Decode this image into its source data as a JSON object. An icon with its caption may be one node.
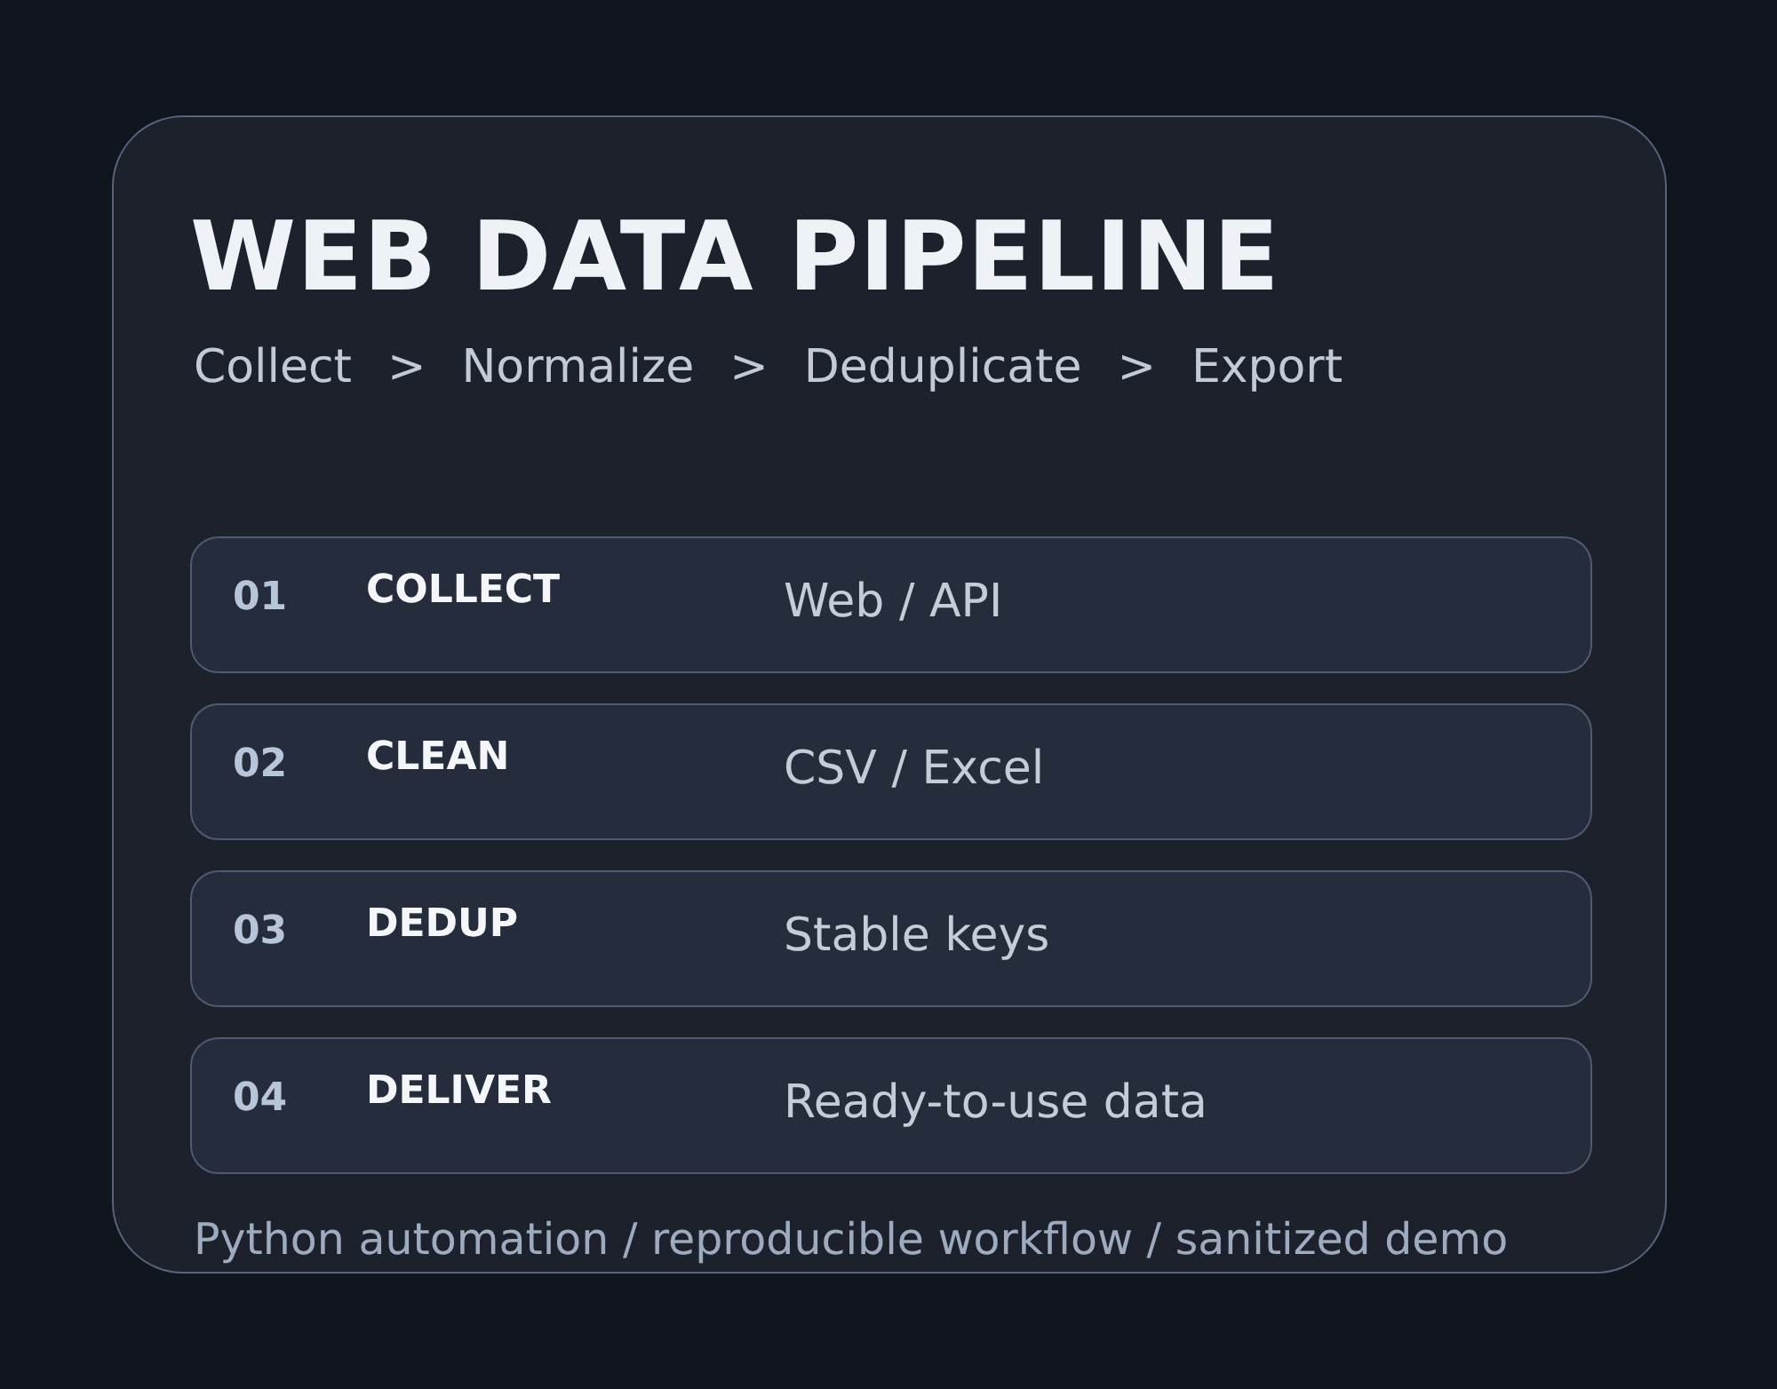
{
  "diagram": {
    "nodes": [
      {
        "text": [
          "WEB DATA PIPELINE",
          "Collect > Normalize > Deduplicate > Export",
          "Python automation / reproducible workflow / sanitized demo"
        ]
      },
      {
        "text": [
          "01",
          "COLLECT",
          "Web / API"
        ],
        "in": 0
      },
      {
        "text": [
          "02",
          "CLEAN",
          "CSV / Excel"
        ],
        "in": 0
      },
      {
        "text": [
          "03",
          "DEDUP",
          "Stable keys"
        ],
        "in": 0
      },
      {
        "text": [
          "04",
          "DELIVER",
          "Ready-to-use data"
        ],
        "in": 0
      }
    ]
  }
}
